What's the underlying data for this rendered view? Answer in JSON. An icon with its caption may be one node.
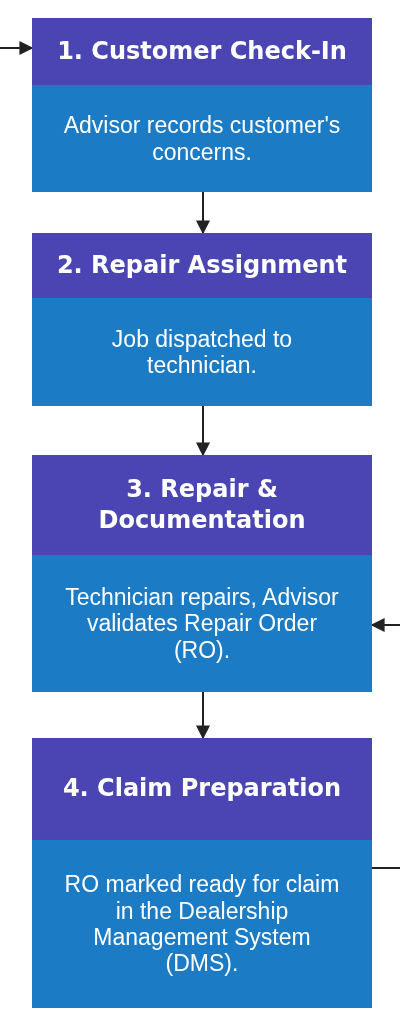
{
  "diagram": {
    "nodes": [
      {
        "text": [
          "1. Customer Check-In",
          "Advisor records customer's concerns."
        ]
      },
      {
        "text": [
          "2. Repair Assignment",
          "Job dispatched to technician."
        ]
      },
      {
        "text": [
          "3. Repair & Documentation",
          "Technician repairs, Advisor validates Repair Order (RO)."
        ]
      },
      {
        "text": [
          "4. Claim Preparation",
          "RO marked ready for claim in the Dealership Management System (DMS)."
        ]
      }
    ],
    "edges": [
      {
        "from": null,
        "to": 0,
        "arrow": "to"
      },
      {
        "from": 0,
        "to": 1,
        "arrow": "to"
      },
      {
        "from": 1,
        "to": 2,
        "arrow": "to"
      },
      {
        "from": 2,
        "to": 3,
        "arrow": "to"
      },
      {
        "from": null,
        "to": 2,
        "arrow": "to"
      },
      {
        "from": 3,
        "to": null,
        "arrow": "none"
      }
    ]
  }
}
